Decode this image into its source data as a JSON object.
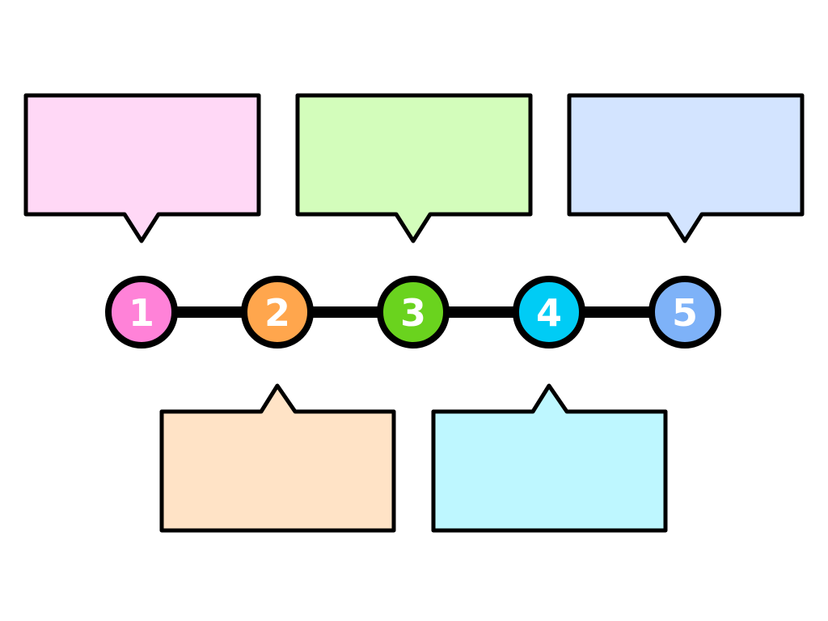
{
  "timeline": {
    "line_color": "#000000",
    "steps": [
      {
        "number": "1",
        "color": "#ff82d8",
        "callout_color": "#ffd8f6",
        "callout_side": "top"
      },
      {
        "number": "2",
        "color": "#ffa64d",
        "callout_color": "#ffe3c6",
        "callout_side": "bottom"
      },
      {
        "number": "3",
        "color": "#6ad31e",
        "callout_color": "#d3fdbb",
        "callout_side": "top"
      },
      {
        "number": "4",
        "color": "#00ccf5",
        "callout_color": "#bef7ff",
        "callout_side": "bottom"
      },
      {
        "number": "5",
        "color": "#7eb2f8",
        "callout_color": "#d3e4ff",
        "callout_side": "top"
      }
    ]
  }
}
